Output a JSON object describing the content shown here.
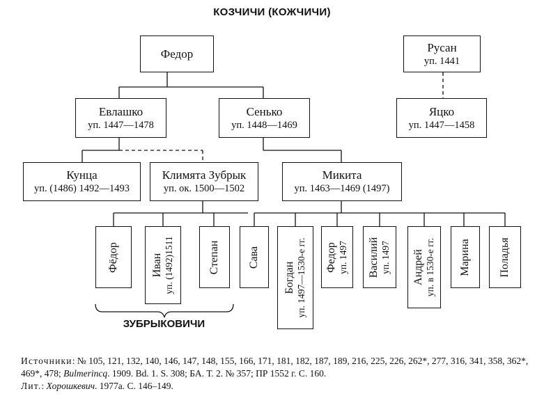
{
  "title": "КОЗЧИЧИ (КОЖЧИЧИ)",
  "people": {
    "fedor_root": {
      "name": "Федор"
    },
    "rusan": {
      "name": "Русан",
      "dates": "уп. 1441"
    },
    "evlashko": {
      "name": "Евлашко",
      "dates": "уп. 1447—1478"
    },
    "senko": {
      "name": "Сенько",
      "dates": "уп. 1448—1469"
    },
    "yatsko": {
      "name": "Яцко",
      "dates": "уп. 1447—1458"
    },
    "kuntsa": {
      "name": "Кунца",
      "dates": "уп. (1486) 1492—1493"
    },
    "klimyata": {
      "name": "Климята Зубрык",
      "dates": "уп. ок. 1500—1502"
    },
    "mikita": {
      "name": "Микита",
      "dates": "уп. 1463—1469 (1497)"
    },
    "fyodor2": {
      "name": "Фёдор"
    },
    "ivan": {
      "name": "Иван",
      "dates": "уп. (1492)1511"
    },
    "stepan": {
      "name": "Степан"
    },
    "sava": {
      "name": "Сава"
    },
    "bogdan": {
      "name": "Богдан",
      "dates": "уп. 1497—1530-е гг."
    },
    "fedor3": {
      "name": "Федор",
      "dates": "уп. 1497"
    },
    "vasily": {
      "name": "Василий",
      "dates": "уп. 1497"
    },
    "andrey": {
      "name": "Андрей",
      "dates": "уп. в 1530-е гг."
    },
    "marina": {
      "name": "Марина"
    },
    "poladya": {
      "name": "Поладья"
    }
  },
  "group_label": "ЗУБРЫКОВИЧИ",
  "footer": {
    "sources_label": "Источники",
    "sources_text_1": ": № 105, 121, 132, 140, 146, 147, 148, 155, 166, 171, 181, 182, 187, 189, 216, 225, 226, 262*, 277, 316, 341, 358, 362*, 469*, 478; ",
    "sources_author": "Bulmerincq",
    "sources_text_2": ". 1909. Bd. 1. S. 308; БА. Т. 2. № 357; ПР 1552 г. С. 160.",
    "lit_label": "Лит.",
    "lit_sep": ": ",
    "lit_author": "Хорошкевич",
    "lit_text": ". 1977а. С. 146–149."
  }
}
